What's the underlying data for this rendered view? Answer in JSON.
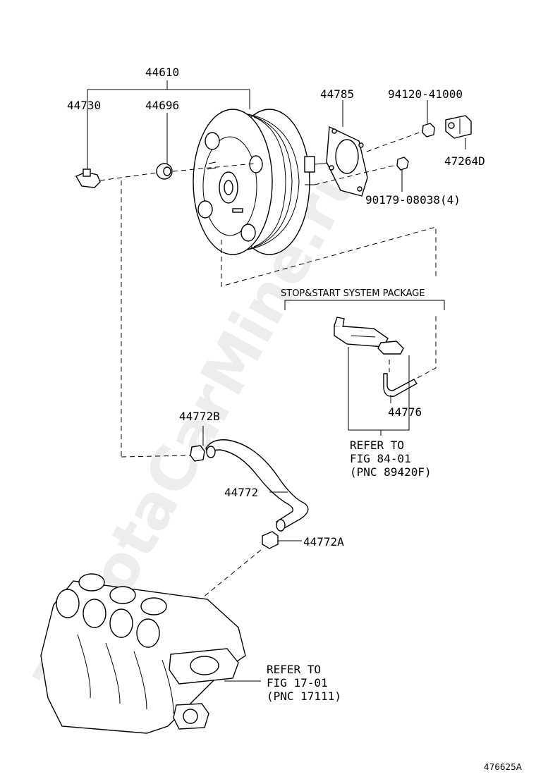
{
  "watermark": "ToyotaCarMine.ru",
  "diagram_id": "476625A",
  "section_title": "STOP&START SYSTEM PACKAGE",
  "parts": {
    "booster_assembly": "44610",
    "check_valve": "44730",
    "grommet": "44696",
    "gasket": "44785",
    "nut_upper": "94120-41000",
    "clevis": "47264D",
    "nut_lower": "90179-08038(4)",
    "vacuum_hose_sensor": "44776",
    "hose_clip_b": "44772B",
    "vacuum_hose": "44772",
    "hose_clip_a": "44772A"
  },
  "references": {
    "ref_a": [
      "REFER TO",
      "FIG 84-01",
      "(PNC 89420F)"
    ],
    "ref_b": [
      "REFER TO",
      "FIG 17-01",
      "(PNC 17111)"
    ]
  }
}
